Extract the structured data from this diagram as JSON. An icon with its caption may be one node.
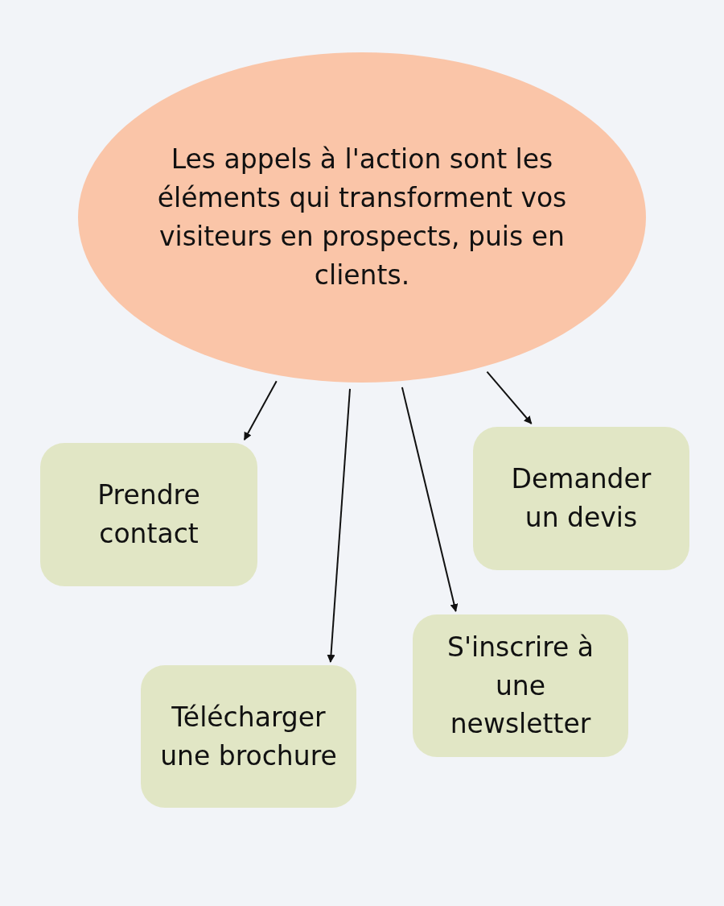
{
  "diagram": {
    "nodes": [
      {
        "text": [
          "Les appels à l'action sont les éléments qui transforment vos visiteurs en prospects, puis en clients."
        ]
      },
      {
        "text": [
          "Prendre contact"
        ]
      },
      {
        "text": [
          "Demander un devis"
        ]
      },
      {
        "text": [
          "Télécharger une brochure"
        ]
      },
      {
        "text": [
          "S'inscrire à une newsletter"
        ]
      }
    ],
    "edges": [
      {
        "from": 0,
        "to": 1,
        "arrow": "to"
      },
      {
        "from": 0,
        "to": 3,
        "arrow": "to"
      },
      {
        "from": 0,
        "to": 4,
        "arrow": "to"
      },
      {
        "from": 0,
        "to": 2,
        "arrow": "to"
      }
    ]
  }
}
